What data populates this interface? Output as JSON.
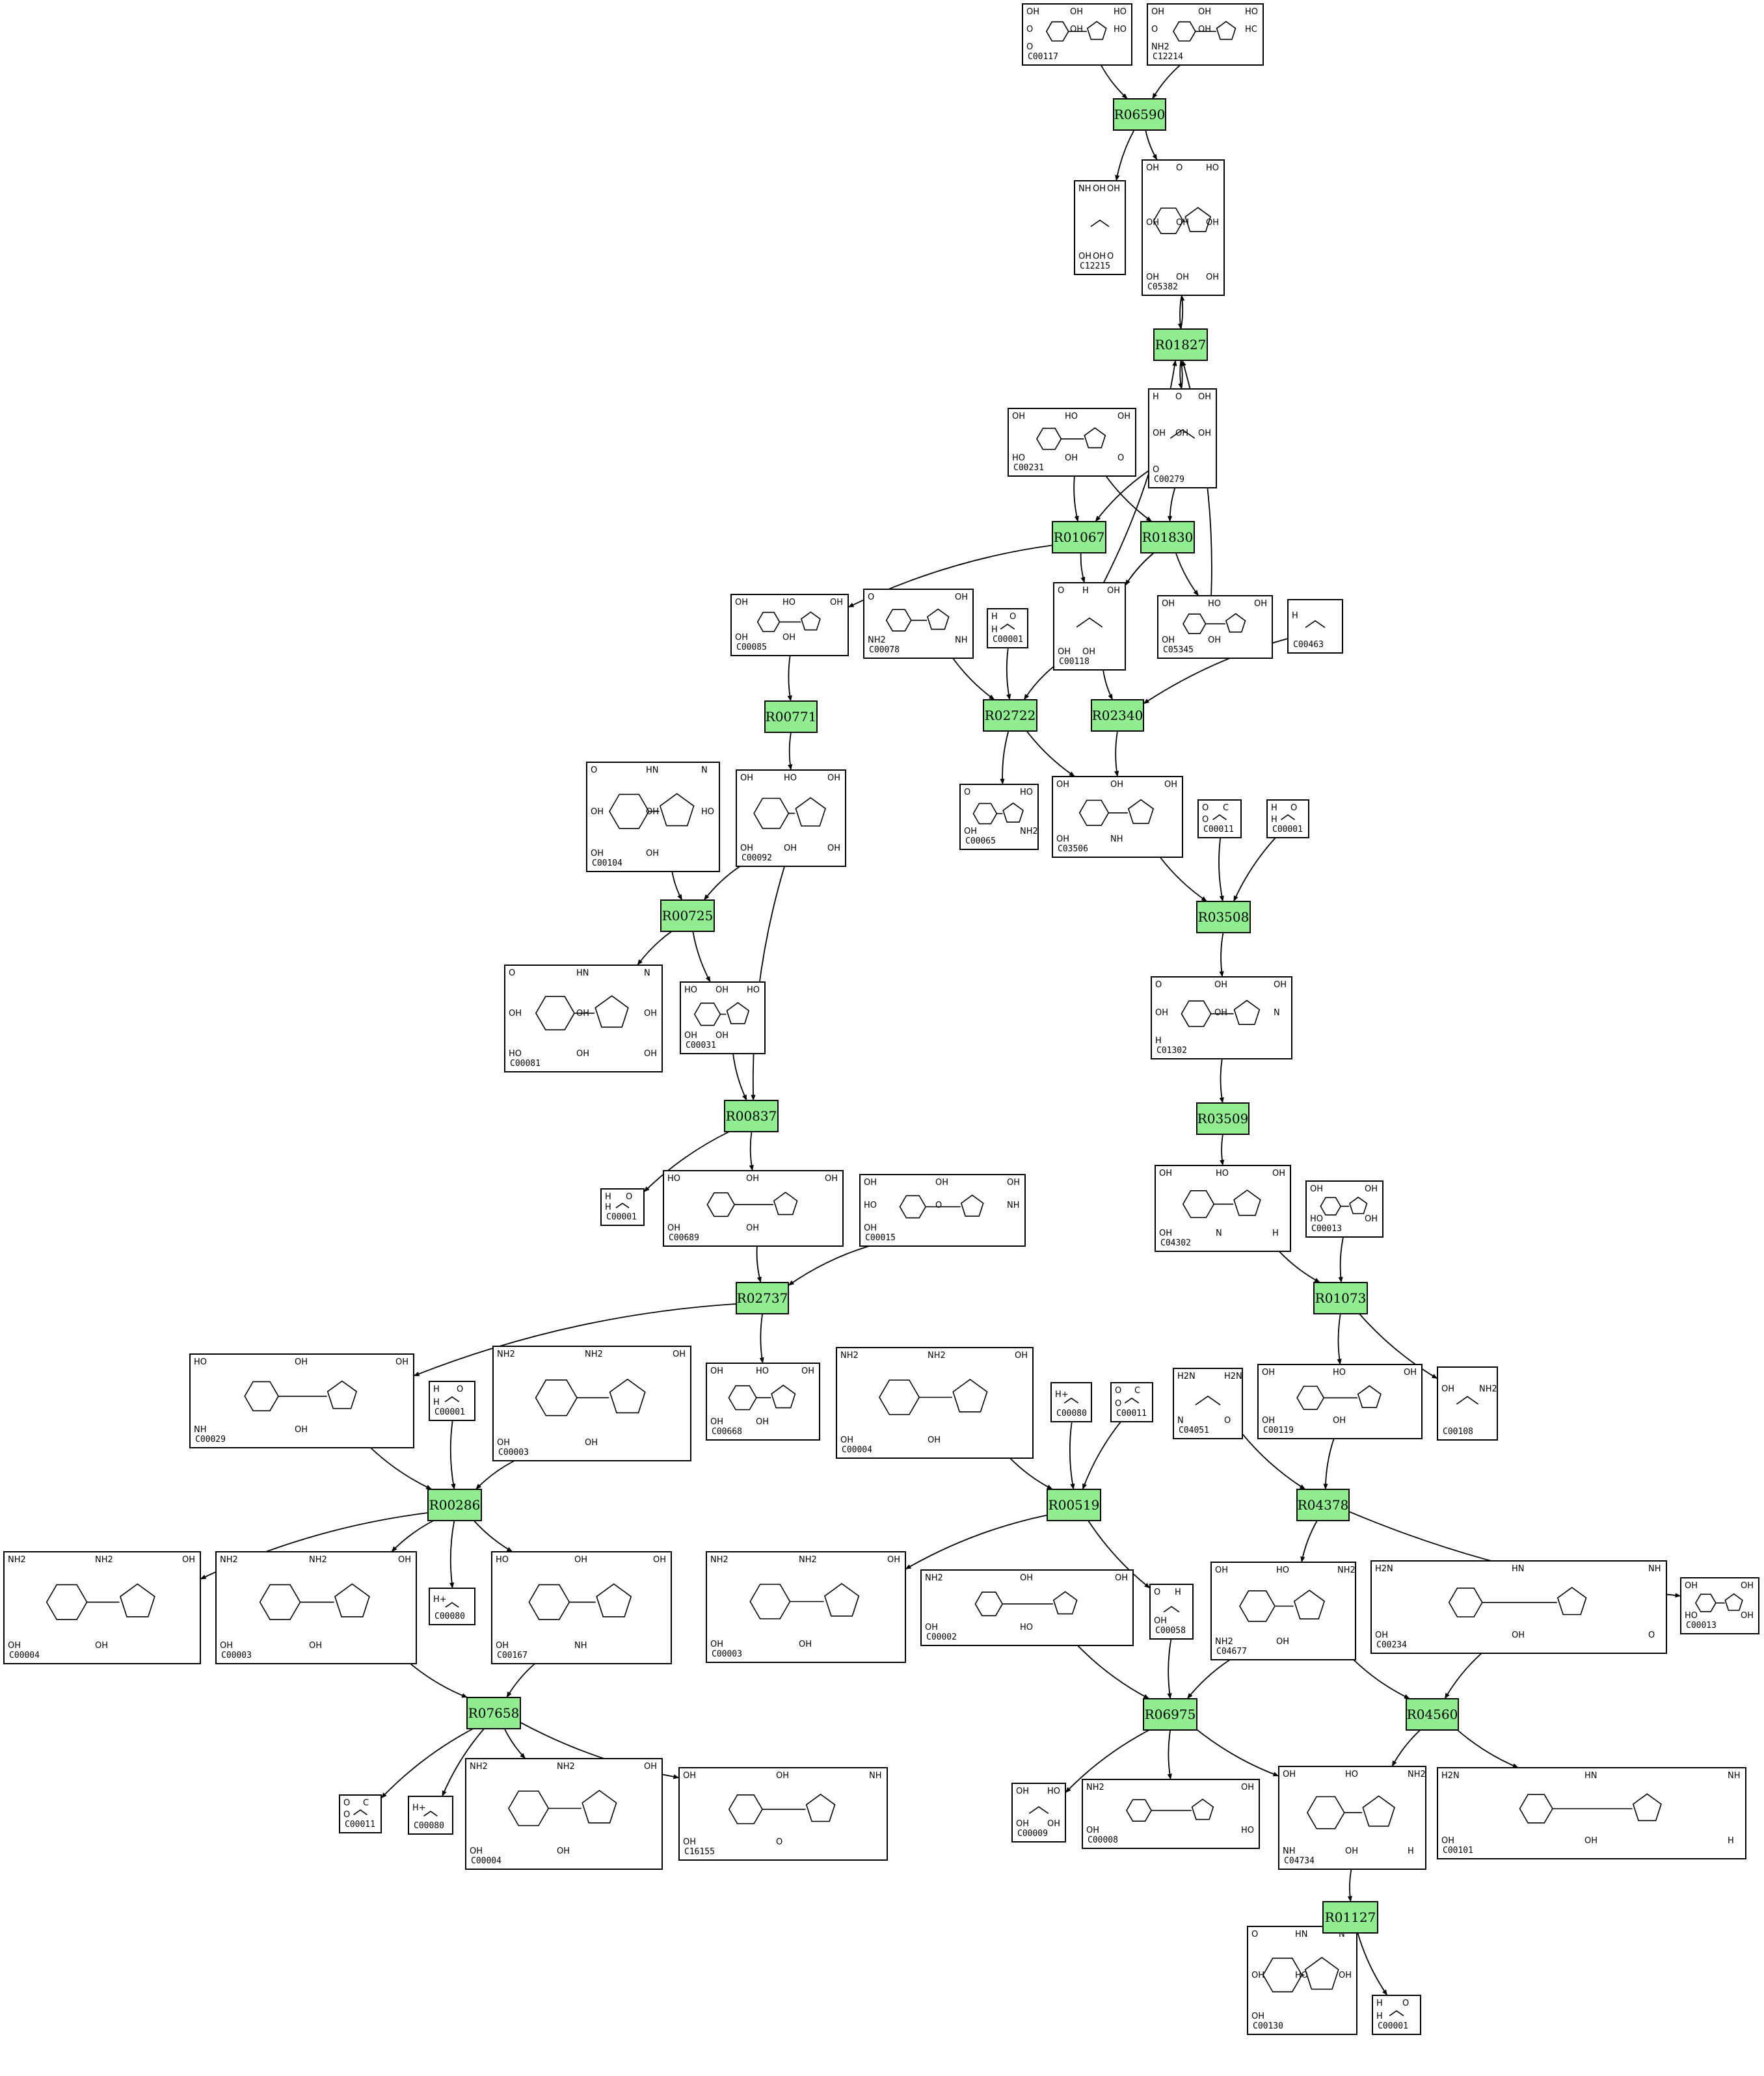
{
  "colors": {
    "reaction_fill": "#90ee90",
    "compound_fill": "#ffffff",
    "stroke": "#000000",
    "background": "#ffffff"
  },
  "compounds": [
    {
      "id": "c1",
      "label": "C00117",
      "atoms": [
        "OH",
        "OH",
        "HO",
        "O",
        "OH",
        "HO",
        "O"
      ]
    },
    {
      "id": "c2",
      "label": "C12214",
      "atoms": [
        "OH",
        "OH",
        "HO",
        "O",
        "OH",
        "HC",
        "NH2"
      ]
    },
    {
      "id": "c3",
      "label": "C12215",
      "atoms": [
        "NH",
        "OH",
        "OH",
        "OH",
        "OH",
        "O"
      ]
    },
    {
      "id": "c4",
      "label": "C05382",
      "atoms": [
        "OH",
        "O",
        "HO",
        "OH",
        "OH",
        "OH",
        "OH",
        "OH",
        "OH"
      ]
    },
    {
      "id": "c5",
      "label": "C00231",
      "atoms": [
        "OH",
        "HO",
        "OH",
        "HO",
        "OH",
        "O"
      ]
    },
    {
      "id": "c6",
      "label": "C00279",
      "atoms": [
        "H",
        "O",
        "OH",
        "OH",
        "OH",
        "OH",
        "O"
      ]
    },
    {
      "id": "c7",
      "label": "C00085",
      "atoms": [
        "OH",
        "HO",
        "OH",
        "OH",
        "OH"
      ]
    },
    {
      "id": "c8",
      "label": "C00078",
      "atoms": [
        "O",
        "OH",
        "NH2",
        "NH"
      ]
    },
    {
      "id": "c9",
      "label": "C00001",
      "atoms": [
        "H",
        "O",
        "H"
      ]
    },
    {
      "id": "c10",
      "label": "C00118",
      "atoms": [
        "O",
        "H",
        "OH",
        "OH",
        "OH"
      ]
    },
    {
      "id": "c11",
      "label": "C05345",
      "atoms": [
        "OH",
        "HO",
        "OH",
        "OH",
        "OH"
      ]
    },
    {
      "id": "c12",
      "label": "C00463",
      "atoms": [
        "H"
      ]
    },
    {
      "id": "c13",
      "label": "C00104",
      "atoms": [
        "O",
        "HN",
        "N",
        "OH",
        "OH",
        "HO",
        "OH",
        "OH"
      ]
    },
    {
      "id": "c14",
      "label": "C00092",
      "atoms": [
        "OH",
        "HO",
        "OH",
        "OH",
        "OH",
        "OH"
      ]
    },
    {
      "id": "c15",
      "label": "C00065",
      "atoms": [
        "O",
        "HO",
        "OH",
        "NH2"
      ]
    },
    {
      "id": "c16",
      "label": "C03506",
      "atoms": [
        "OH",
        "OH",
        "OH",
        "OH",
        "NH"
      ]
    },
    {
      "id": "c17",
      "label": "C00011",
      "atoms": [
        "O",
        "C",
        "O"
      ]
    },
    {
      "id": "c18",
      "label": "C00001",
      "atoms": [
        "H",
        "O",
        "H"
      ]
    },
    {
      "id": "c19",
      "label": "C00081",
      "atoms": [
        "O",
        "HN",
        "N",
        "OH",
        "OH",
        "OH",
        "HO",
        "OH",
        "OH"
      ]
    },
    {
      "id": "c20",
      "label": "C00031",
      "atoms": [
        "HO",
        "OH",
        "HO",
        "OH",
        "OH"
      ]
    },
    {
      "id": "c21",
      "label": "C01302",
      "atoms": [
        "O",
        "OH",
        "OH",
        "OH",
        "OH",
        "N",
        "H"
      ]
    },
    {
      "id": "c22",
      "label": "C00001",
      "atoms": [
        "H",
        "O",
        "H"
      ]
    },
    {
      "id": "c23",
      "label": "C00689",
      "atoms": [
        "HO",
        "OH",
        "OH",
        "OH",
        "OH"
      ]
    },
    {
      "id": "c24",
      "label": "C00015",
      "atoms": [
        "OH",
        "OH",
        "OH",
        "HO",
        "O",
        "NH",
        "OH"
      ]
    },
    {
      "id": "c25",
      "label": "C04302",
      "atoms": [
        "OH",
        "HO",
        "OH",
        "OH",
        "N",
        "H"
      ]
    },
    {
      "id": "c26",
      "label": "C00013",
      "atoms": [
        "OH",
        "OH",
        "HO",
        "OH"
      ]
    },
    {
      "id": "c27",
      "label": "C00029",
      "atoms": [
        "HO",
        "OH",
        "OH",
        "NH",
        "OH"
      ]
    },
    {
      "id": "c28",
      "label": "C00001",
      "atoms": [
        "H",
        "O",
        "H"
      ]
    },
    {
      "id": "c29",
      "label": "C00003",
      "atoms": [
        "NH2",
        "NH2",
        "OH",
        "OH",
        "OH"
      ]
    },
    {
      "id": "c30",
      "label": "C00668",
      "atoms": [
        "OH",
        "HO",
        "OH",
        "OH",
        "OH"
      ]
    },
    {
      "id": "c31",
      "label": "C00004",
      "atoms": [
        "NH2",
        "NH2",
        "OH",
        "OH",
        "OH"
      ]
    },
    {
      "id": "c32",
      "label": "C00080",
      "atoms": [
        "H+"
      ]
    },
    {
      "id": "c33",
      "label": "C00011",
      "atoms": [
        "O",
        "C",
        "O"
      ]
    },
    {
      "id": "c34",
      "label": "C04051",
      "atoms": [
        "H2N",
        "H2N",
        "N",
        "O"
      ]
    },
    {
      "id": "c35",
      "label": "C00119",
      "atoms": [
        "OH",
        "HO",
        "OH",
        "OH",
        "OH"
      ]
    },
    {
      "id": "c36",
      "label": "C00108",
      "atoms": [
        "OH",
        "NH2"
      ]
    },
    {
      "id": "c37",
      "label": "C00004",
      "atoms": [
        "NH2",
        "NH2",
        "OH",
        "OH",
        "OH"
      ]
    },
    {
      "id": "c38",
      "label": "C00003",
      "atoms": [
        "NH2",
        "NH2",
        "OH",
        "OH",
        "OH"
      ]
    },
    {
      "id": "c39",
      "label": "C00080",
      "atoms": [
        "H+"
      ]
    },
    {
      "id": "c40",
      "label": "C00167",
      "atoms": [
        "HO",
        "OH",
        "OH",
        "OH",
        "NH"
      ]
    },
    {
      "id": "c41",
      "label": "C00003",
      "atoms": [
        "NH2",
        "NH2",
        "OH",
        "OH",
        "OH"
      ]
    },
    {
      "id": "c42",
      "label": "C00002",
      "atoms": [
        "NH2",
        "OH",
        "OH",
        "OH",
        "HO"
      ]
    },
    {
      "id": "c43",
      "label": "C00058",
      "atoms": [
        "O",
        "H",
        "OH"
      ]
    },
    {
      "id": "c44",
      "label": "C04677",
      "atoms": [
        "OH",
        "HO",
        "NH2",
        "NH2",
        "OH"
      ]
    },
    {
      "id": "c45",
      "label": "C00234",
      "atoms": [
        "H2N",
        "HN",
        "NH",
        "OH",
        "OH",
        "O"
      ]
    },
    {
      "id": "c46",
      "label": "C00013",
      "atoms": [
        "OH",
        "OH",
        "HO",
        "OH"
      ]
    },
    {
      "id": "c47",
      "label": "C00011",
      "atoms": [
        "O",
        "C",
        "O"
      ]
    },
    {
      "id": "c48",
      "label": "C00080",
      "atoms": [
        "H+"
      ]
    },
    {
      "id": "c49",
      "label": "C00004",
      "atoms": [
        "NH2",
        "NH2",
        "OH",
        "OH",
        "OH"
      ]
    },
    {
      "id": "c50",
      "label": "C16155",
      "atoms": [
        "OH",
        "OH",
        "NH",
        "OH",
        "O"
      ]
    },
    {
      "id": "c51",
      "label": "C00009",
      "atoms": [
        "OH",
        "HO",
        "OH",
        "OH"
      ]
    },
    {
      "id": "c52",
      "label": "C00008",
      "atoms": [
        "NH2",
        "OH",
        "OH",
        "HO"
      ]
    },
    {
      "id": "c53",
      "label": "C04734",
      "atoms": [
        "OH",
        "HO",
        "NH2",
        "NH",
        "OH",
        "H"
      ]
    },
    {
      "id": "c54",
      "label": "C00101",
      "atoms": [
        "H2N",
        "HN",
        "NH",
        "OH",
        "OH",
        "H"
      ]
    },
    {
      "id": "c55",
      "label": "C00130",
      "atoms": [
        "O",
        "HN",
        "N",
        "OH",
        "HO",
        "OH",
        "OH"
      ]
    },
    {
      "id": "c56",
      "label": "C00001",
      "atoms": [
        "H",
        "O",
        "H"
      ]
    }
  ],
  "reactions": [
    {
      "id": "r1",
      "label": "R06590"
    },
    {
      "id": "r2",
      "label": "R01827"
    },
    {
      "id": "r3",
      "label": "R01067"
    },
    {
      "id": "r4",
      "label": "R01830"
    },
    {
      "id": "r5",
      "label": "R00771"
    },
    {
      "id": "r6",
      "label": "R02722"
    },
    {
      "id": "r7",
      "label": "R02340"
    },
    {
      "id": "r8",
      "label": "R00725"
    },
    {
      "id": "r9",
      "label": "R03508"
    },
    {
      "id": "r10",
      "label": "R00837"
    },
    {
      "id": "r11",
      "label": "R03509"
    },
    {
      "id": "r12",
      "label": "R02737"
    },
    {
      "id": "r13",
      "label": "R01073"
    },
    {
      "id": "r14",
      "label": "R00286"
    },
    {
      "id": "r15",
      "label": "R00519"
    },
    {
      "id": "r16",
      "label": "R04378"
    },
    {
      "id": "r17",
      "label": "R07658"
    },
    {
      "id": "r18",
      "label": "R06975"
    },
    {
      "id": "r19",
      "label": "R04560"
    },
    {
      "id": "r20",
      "label": "R01127"
    }
  ],
  "edges": [
    [
      "c1",
      "r1"
    ],
    [
      "c2",
      "r1"
    ],
    [
      "r1",
      "c3"
    ],
    [
      "r1",
      "c4"
    ],
    [
      "c4",
      "r2"
    ],
    [
      "r2",
      "c4"
    ],
    [
      "r2",
      "c6"
    ],
    [
      "c6",
      "r2"
    ],
    [
      "c5",
      "r3"
    ],
    [
      "c6",
      "r3"
    ],
    [
      "c5",
      "r4"
    ],
    [
      "c6",
      "r4"
    ],
    [
      "r3",
      "c7"
    ],
    [
      "r3",
      "c10"
    ],
    [
      "r4",
      "c10"
    ],
    [
      "r4",
      "c11"
    ],
    [
      "c10",
      "r2"
    ],
    [
      "c11",
      "r2"
    ],
    [
      "c7",
      "r5"
    ],
    [
      "r5",
      "c14"
    ],
    [
      "c8",
      "r6"
    ],
    [
      "c9",
      "r6"
    ],
    [
      "c10",
      "r6"
    ],
    [
      "r6",
      "c15"
    ],
    [
      "r6",
      "c16"
    ],
    [
      "c10",
      "r7"
    ],
    [
      "c12",
      "r7"
    ],
    [
      "r7",
      "c16"
    ],
    [
      "c13",
      "r8"
    ],
    [
      "c14",
      "r8"
    ],
    [
      "r8",
      "c19"
    ],
    [
      "r8",
      "c20"
    ],
    [
      "c16",
      "r9"
    ],
    [
      "c17",
      "r9"
    ],
    [
      "c18",
      "r9"
    ],
    [
      "r9",
      "c21"
    ],
    [
      "c20",
      "r10"
    ],
    [
      "c14",
      "r10"
    ],
    [
      "r10",
      "c22"
    ],
    [
      "r10",
      "c23"
    ],
    [
      "c21",
      "r11"
    ],
    [
      "r11",
      "c25"
    ],
    [
      "c23",
      "r12"
    ],
    [
      "c24",
      "r12"
    ],
    [
      "r12",
      "c27"
    ],
    [
      "r12",
      "c30"
    ],
    [
      "c25",
      "r13"
    ],
    [
      "c26",
      "r13"
    ],
    [
      "r13",
      "c35"
    ],
    [
      "r13",
      "c36"
    ],
    [
      "c27",
      "r14"
    ],
    [
      "c28",
      "r14"
    ],
    [
      "c29",
      "r14"
    ],
    [
      "r14",
      "c37"
    ],
    [
      "r14",
      "c38"
    ],
    [
      "r14",
      "c39"
    ],
    [
      "r14",
      "c40"
    ],
    [
      "c31",
      "r15"
    ],
    [
      "c32",
      "r15"
    ],
    [
      "c33",
      "r15"
    ],
    [
      "r15",
      "c41"
    ],
    [
      "r15",
      "c43"
    ],
    [
      "c34",
      "r16"
    ],
    [
      "c35",
      "r16"
    ],
    [
      "r16",
      "c44"
    ],
    [
      "r16",
      "c46"
    ],
    [
      "c38",
      "r17"
    ],
    [
      "c40",
      "r17"
    ],
    [
      "r17",
      "c47"
    ],
    [
      "r17",
      "c48"
    ],
    [
      "r17",
      "c49"
    ],
    [
      "r17",
      "c50"
    ],
    [
      "c42",
      "r18"
    ],
    [
      "c43",
      "r18"
    ],
    [
      "c44",
      "r18"
    ],
    [
      "r18",
      "c51"
    ],
    [
      "r18",
      "c52"
    ],
    [
      "r18",
      "c53"
    ],
    [
      "c44",
      "r19"
    ],
    [
      "c45",
      "r19"
    ],
    [
      "r19",
      "c53"
    ],
    [
      "r19",
      "c54"
    ],
    [
      "c53",
      "r20"
    ],
    [
      "r20",
      "c55"
    ],
    [
      "r20",
      "c56"
    ]
  ]
}
